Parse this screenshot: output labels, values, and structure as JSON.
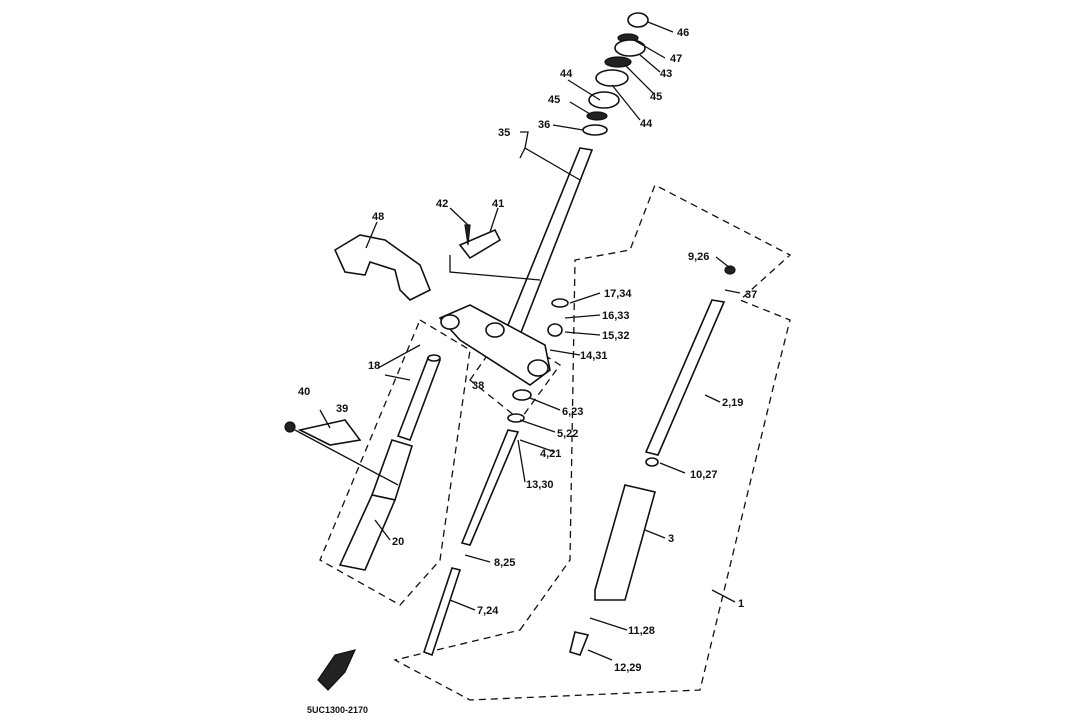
{
  "diagram": {
    "drawing_code": "5UC1300-2170",
    "labels": {
      "l46": "46",
      "l47": "47",
      "l43": "43",
      "l45a": "45",
      "l44a": "44",
      "l44b": "44",
      "l45b": "45",
      "l36": "36",
      "l35": "35",
      "l48": "48",
      "l42": "42",
      "l41": "41",
      "l926": "9,26",
      "l37": "37",
      "l1734": "17,34",
      "l1633": "16,33",
      "l1532": "15,32",
      "l1431": "14,31",
      "l18": "18",
      "l38": "38",
      "l623": "6,23",
      "l219": "2,19",
      "l522": "5,22",
      "l40": "40",
      "l39": "39",
      "l421": "4,21",
      "l1027": "10,27",
      "l1330": "13,30",
      "l3": "3",
      "l20": "20",
      "l825": "8,25",
      "l1": "1",
      "l724": "7,24",
      "l1128": "11,28",
      "l1229": "12,29"
    }
  }
}
